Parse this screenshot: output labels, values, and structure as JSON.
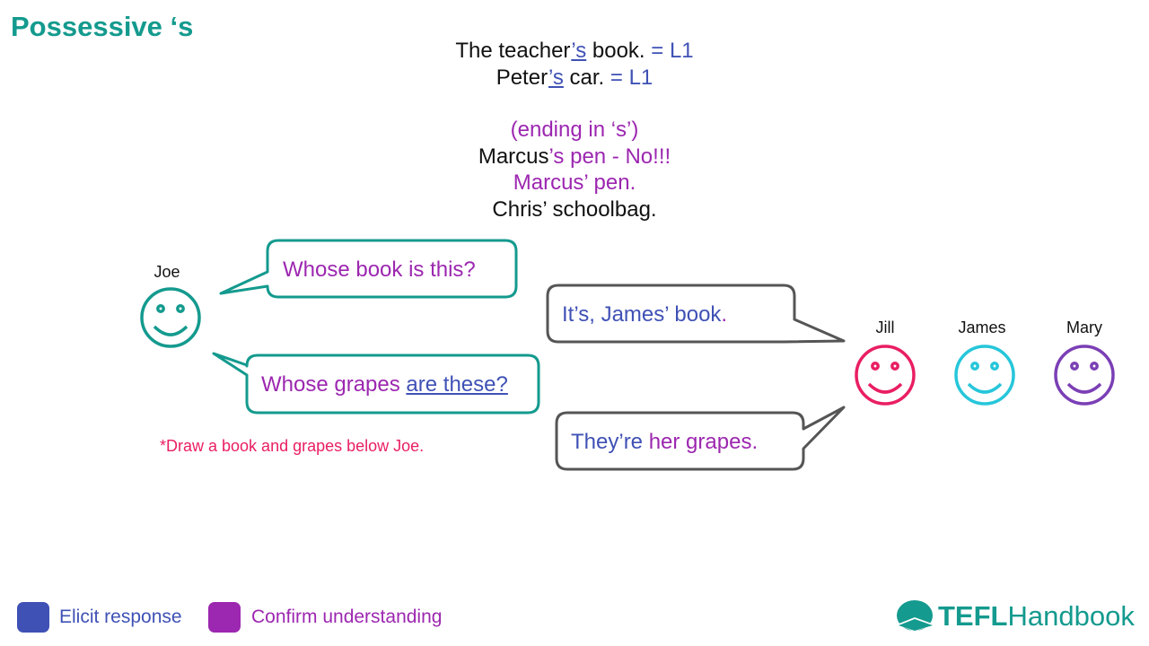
{
  "title": "Possessive ‘s",
  "examples": {
    "line1": {
      "before": "The teacher",
      "s": "’s",
      "after": " book.",
      "tag": " = L1"
    },
    "line2": {
      "before": "Peter",
      "s": "’s",
      "after": " car.",
      "tag": " = L1"
    },
    "rule": "(ending in ‘s’)",
    "wrong": {
      "name": "Marcus",
      "rest": "’s pen - No!!!"
    },
    "right": "Marcus’ pen.",
    "example": "Chris’ schoolbag."
  },
  "characters": {
    "joe": "Joe",
    "jill": "Jill",
    "james": "James",
    "mary": "Mary"
  },
  "bubbles": {
    "q1": "Whose book is this?",
    "q2_before": "Whose grapes ",
    "q2_underlined": "are these?",
    "a1_main": "It’s, James’ book",
    "a1_end": ".",
    "a2_start": "They’re ",
    "a2_rest": "her grapes."
  },
  "note": "*Draw a book and grapes below Joe.",
  "legend": {
    "elicit": "Elicit response",
    "confirm": "Confirm understanding"
  },
  "logo": {
    "tefl": "TEFL",
    "handbook": "Handbook"
  },
  "colors": {
    "teal": "#149a8e",
    "blue": "#3f51b5",
    "purple": "#9c27b0",
    "pink": "#e91e63",
    "cyan": "#26c6da",
    "gray": "#555555"
  },
  "icons": [
    "smiley-face-icon",
    "graduation-cap-icon"
  ]
}
